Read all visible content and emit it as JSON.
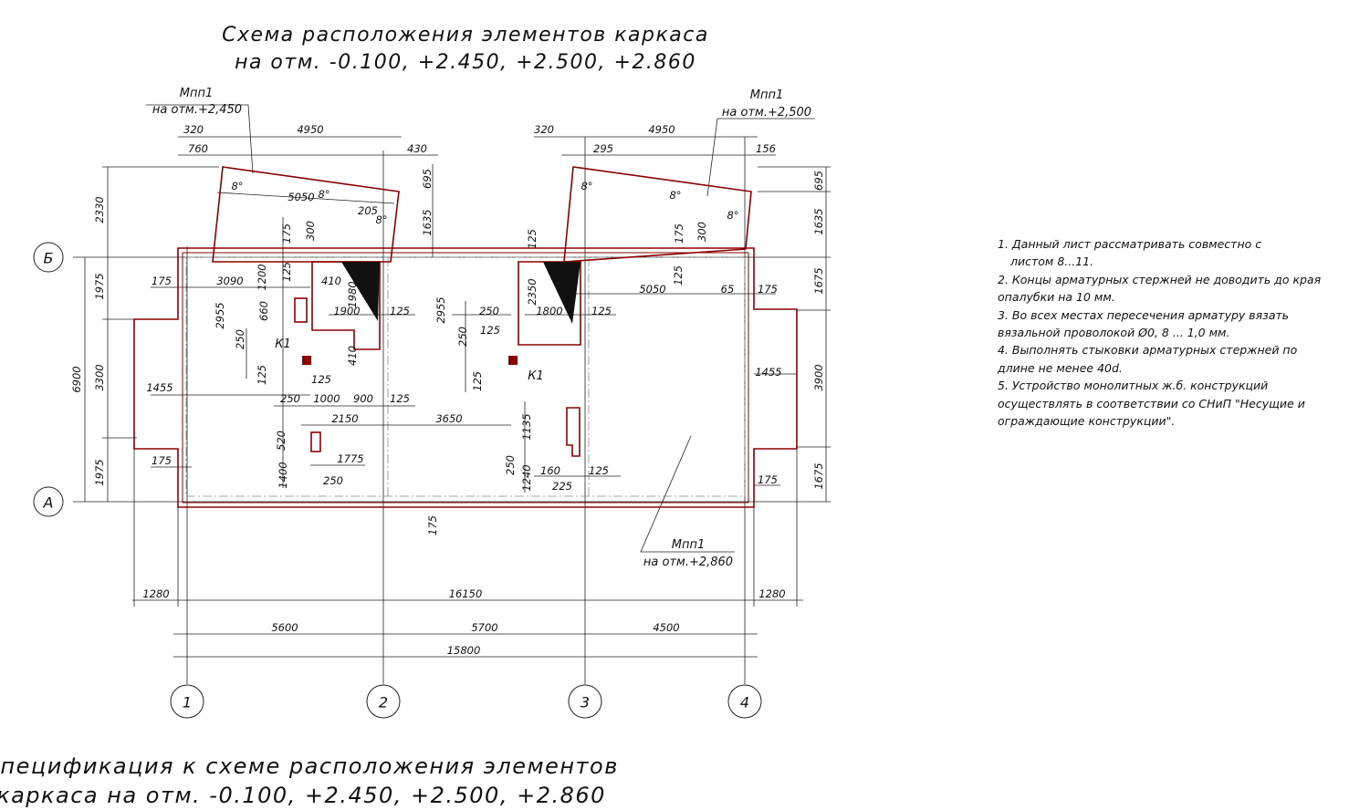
{
  "title": {
    "line1": "Схема расположения элементов каркаса",
    "line2": "на отм. -0.100, +2.450, +2.500, +2.860"
  },
  "spec_title": {
    "line1": "Спецификация к схеме расположения элементов",
    "line2": "каркаса на отм. -0.100, +2.450, +2.500, +2.860"
  },
  "notes": [
    "1. Данный лист рассматривать совместно с",
    "листом 8...11.",
    "2. Концы арматурных стержней не доводить до края",
    "опалубки на 10 мм.",
    "3. Во всех местах пересечения арматуру вязать",
    "вязальной проволокой Ø0, 8 ... 1,0 мм.",
    "4. Выполнять стыковки арматурных стержней по",
    "длине не менее 40d.",
    "5. Устройство монолитных ж.б. конструкций",
    "осуществлять в соответствии со СНиП \"Несущие и",
    "ограждающие конструкции\"."
  ],
  "axes": {
    "rows": [
      "Б",
      "А"
    ],
    "columns": [
      "1",
      "2",
      "3",
      "4"
    ]
  },
  "slabs": {
    "left": {
      "name": "Мпп1",
      "level": "на отм.+2,450"
    },
    "right": {
      "name": "Мпп1",
      "level": "на отм.+2,500"
    },
    "bottom": {
      "name": "Мпп1",
      "level": "на отм.+2,860"
    }
  },
  "columns_label": {
    "k1a": "К1",
    "k1b": "К1"
  },
  "dims": {
    "overall_bottom": {
      "left": "1280",
      "middle": "16150",
      "right": "1280"
    },
    "axis_spans": {
      "s12": "5600",
      "s23": "5700",
      "s34": "4500",
      "total": "15800"
    },
    "left_side": {
      "top": "2330",
      "upper": "1975",
      "mid": "3300",
      "lower": "1975",
      "total": "6900"
    },
    "right_side": {
      "top": "695",
      "upper2": "1635",
      "upper": "1675",
      "mid": "3900",
      "lower": "1675"
    },
    "top_left": {
      "a": "320",
      "b": "4950",
      "c": "760",
      "d": "430",
      "e": "5050",
      "f": "205",
      "g": "8°",
      "h": "8°",
      "i": "8°",
      "j": "695",
      "k": "1635"
    },
    "top_right": {
      "a": "320",
      "b": "4950",
      "c": "295",
      "d": "156",
      "e": "8°",
      "f": "8°",
      "g": "8°",
      "h": "695",
      "i": "1635"
    },
    "inner": {
      "d175a": "175",
      "d3090": "3090",
      "d1200": "1200",
      "d125a": "125",
      "d410a": "410",
      "d1980": "1980",
      "d175b": "175",
      "d300a": "300",
      "d2955a": "2955",
      "d660": "660",
      "d1900": "1900",
      "d125b": "125",
      "d250a": "250",
      "d125c": "125",
      "d410b": "410",
      "d125d": "125",
      "d250b": "250",
      "d1000": "1000",
      "d900": "900",
      "d125e": "125",
      "d1455a": "1455",
      "d2150": "2150",
      "d3650": "3650",
      "d520": "520",
      "d1775": "1775",
      "d175c": "175",
      "d1400": "1400",
      "d250c": "250",
      "d175d": "175",
      "d2955b": "2955",
      "d125f": "125",
      "d2350": "2350",
      "d250d": "250",
      "d1800": "1800",
      "d125g": "125",
      "d125h": "125",
      "d250e": "250",
      "d5050": "5050",
      "d65": "65",
      "d175e": "175",
      "d125i": "125",
      "d175f": "175",
      "d300b": "300",
      "d1455b": "1455",
      "d1135": "1135",
      "d250f": "250",
      "d1240": "1240",
      "d160": "160",
      "d225": "225",
      "d125j": "125",
      "d175g": "175",
      "d175h": "175"
    }
  },
  "colors": {
    "outline": "#8b0000",
    "line": "#222222",
    "column_fill": "#8b0000"
  }
}
